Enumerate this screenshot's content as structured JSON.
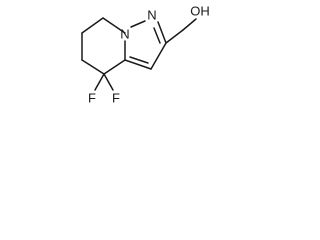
{
  "molecule": {
    "atoms": {
      "n_bridge": "N",
      "n_top": "N",
      "hydroxyl": "OH",
      "fluorine_left": "F",
      "fluorine_right": "F"
    }
  }
}
